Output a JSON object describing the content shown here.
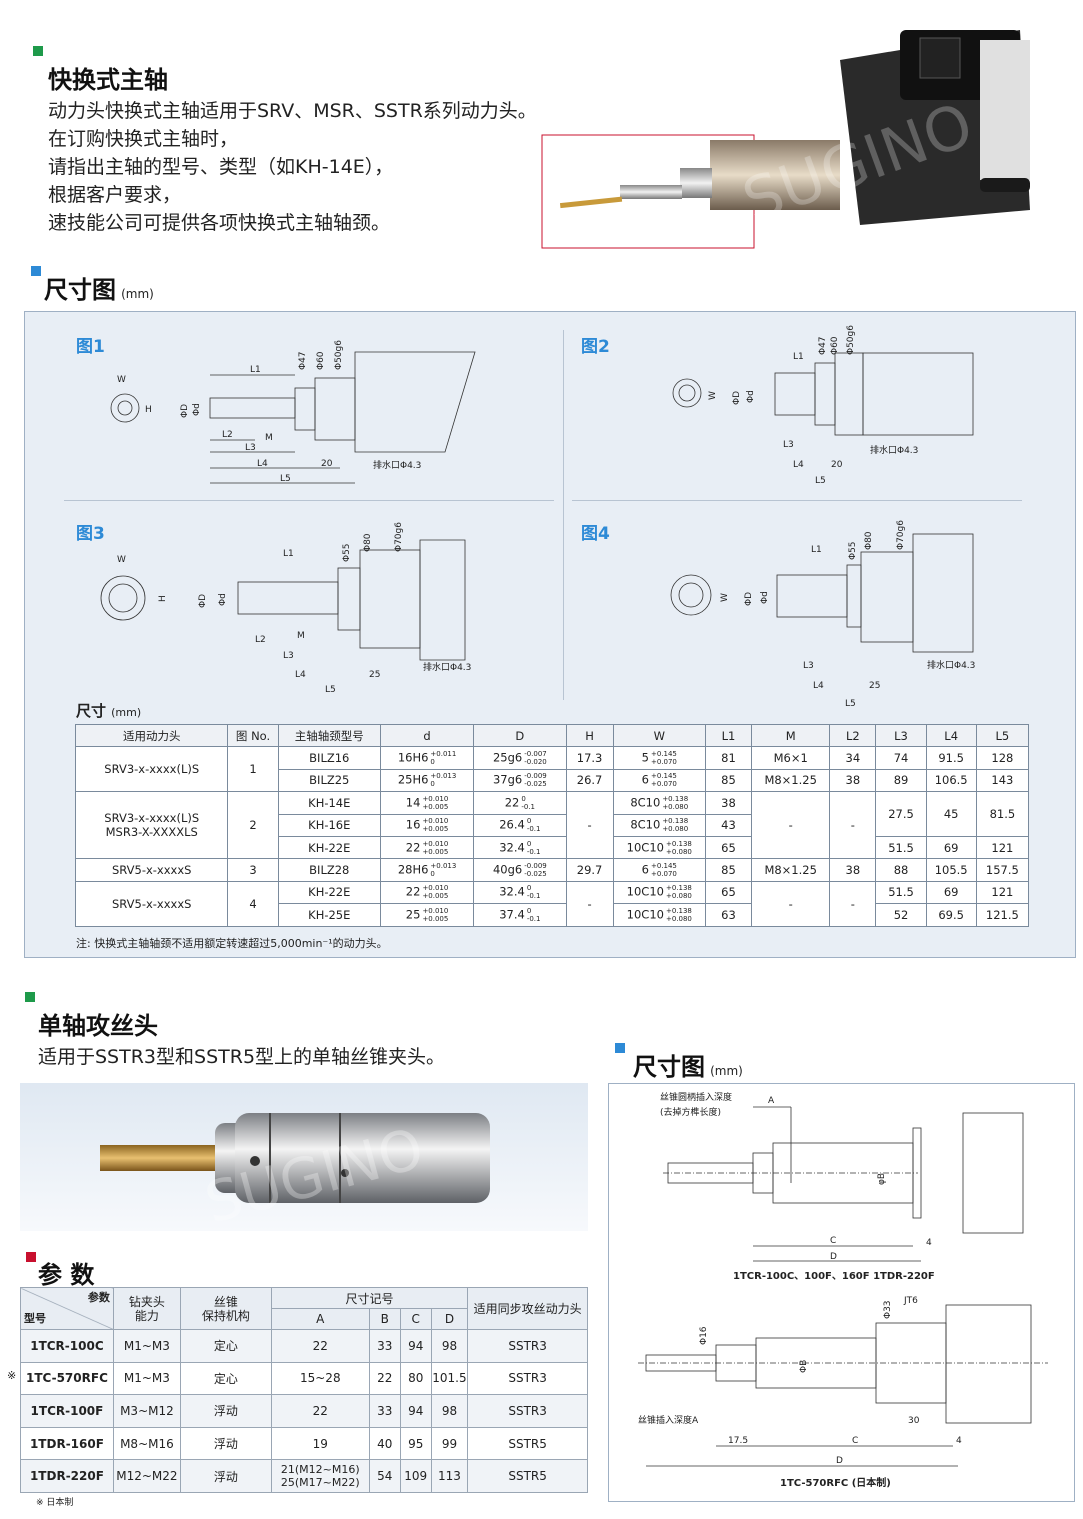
{
  "colors": {
    "green": "#1e9a4a",
    "blue": "#2d8ad6",
    "red": "#c8102e"
  },
  "sec1": {
    "title": "快换式主轴",
    "lines": [
      "动力头快换式主轴适用于SRV、MSR、SSTR系列动力头。",
      "在订购快换式主轴时，",
      "请指出主轴的型号、类型（如KH-14E），",
      "根据客户要求，",
      "速技能公司可提供各项快换式主轴轴颈。"
    ],
    "watermark": "SUGINO"
  },
  "dim_title": "尺寸图",
  "dim_unit": "(mm)",
  "figs": {
    "f1": "图1",
    "f2": "图2",
    "f3": "图3",
    "f4": "图4",
    "L1": "L1",
    "L2": "L2",
    "L3": "L3",
    "L4": "L4",
    "L5": "L5",
    "W": "W",
    "H": "H",
    "M": "M",
    "phiD": "ΦD",
    "phid": "Φd",
    "n20": "20",
    "n25": "25",
    "p47": "Φ47",
    "p60": "Φ60",
    "p50g6": "Φ50g6",
    "p55": "Φ55",
    "p80": "Φ80",
    "p70g6": "Φ70g6",
    "drain": "排水口Φ4.3"
  },
  "size_label": "尺寸",
  "size_unit": "(mm)",
  "table": {
    "headers": [
      "适用动力头",
      "图 No.",
      "主轴轴颈型号",
      "d",
      "D",
      "H",
      "W",
      "L1",
      "M",
      "L2",
      "L3",
      "L4",
      "L5"
    ],
    "groups": [
      "SRV3-x-xxxx(L)S",
      "SRV3-x-xxxx(L)S",
      "MSR3-X-XXXXLS",
      "SRV5-x-xxxxS",
      "SRV5-x-xxxxS"
    ],
    "fig": [
      "1",
      "2",
      "3",
      "4"
    ],
    "rows": [
      {
        "model": "BILZ16",
        "d": "16H6",
        "dt": "+0.011",
        "db": "0",
        "D": "25g6",
        "Dt": "-0.007",
        "Db": "-0.020",
        "H": "17.3",
        "W": "5",
        "Wt": "+0.145",
        "Wb": "+0.070",
        "L1": "81",
        "M": "M6×1",
        "L2": "34",
        "L3": "74",
        "L4": "91.5",
        "L5": "128"
      },
      {
        "model": "BILZ25",
        "d": "25H6",
        "dt": "+0.013",
        "db": "0",
        "D": "37g6",
        "Dt": "-0.009",
        "Db": "-0.025",
        "H": "26.7",
        "W": "6",
        "Wt": "+0.145",
        "Wb": "+0.070",
        "L1": "85",
        "M": "M8×1.25",
        "L2": "38",
        "L3": "89",
        "L4": "106.5",
        "L5": "143"
      },
      {
        "model": "KH-14E",
        "d": "14",
        "dt": "+0.010",
        "db": "+0.005",
        "D": "22",
        "Dt": "0",
        "Db": "-0.1",
        "W": "8C10",
        "Wt": "+0.138",
        "Wb": "+0.080",
        "L1": "38"
      },
      {
        "model": "KH-16E",
        "d": "16",
        "dt": "+0.010",
        "db": "+0.005",
        "D": "26.4",
        "Dt": "0",
        "Db": "-0.1",
        "W": "8C10",
        "Wt": "+0.138",
        "Wb": "+0.080",
        "L1": "43"
      },
      {
        "model": "KH-22E",
        "d": "22",
        "dt": "+0.010",
        "db": "+0.005",
        "D": "32.4",
        "Dt": "0",
        "Db": "-0.1",
        "W": "10C10",
        "Wt": "+0.138",
        "Wb": "+0.080",
        "L1": "65",
        "L3": "51.5",
        "L4": "69",
        "L5": "121"
      },
      {
        "model": "BILZ28",
        "d": "28H6",
        "dt": "+0.013",
        "db": "0",
        "D": "40g6",
        "Dt": "-0.009",
        "Db": "-0.025",
        "H": "29.7",
        "W": "6",
        "Wt": "+0.145",
        "Wb": "+0.070",
        "L1": "85",
        "M": "M8×1.25",
        "L2": "38",
        "L3": "88",
        "L4": "105.5",
        "L5": "157.5"
      },
      {
        "model": "KH-22E",
        "d": "22",
        "dt": "+0.010",
        "db": "+0.005",
        "D": "32.4",
        "Dt": "0",
        "Db": "-0.1",
        "W": "10C10",
        "Wt": "+0.138",
        "Wb": "+0.080",
        "L1": "65",
        "L3": "51.5",
        "L4": "69",
        "L5": "121"
      },
      {
        "model": "KH-25E",
        "d": "25",
        "dt": "+0.010",
        "db": "+0.005",
        "D": "37.4",
        "Dt": "0",
        "Db": "-0.1",
        "W": "10C10",
        "Wt": "+0.138",
        "Wb": "+0.080",
        "L1": "63",
        "L3": "52",
        "L4": "69.5",
        "L5": "121.5"
      }
    ],
    "merged": {
      "L3": "27.5",
      "L4": "45",
      "L5": "81.5",
      "dash": "-"
    },
    "note": "注: 快换式主轴轴颈不适用额定转速超过5,000min⁻¹的动力头。"
  },
  "sec2": {
    "title": "单轴攻丝头",
    "desc": "适用于SSTR3型和SSTR5型上的单轴丝锥夹头。"
  },
  "params": {
    "title": "参 数",
    "h_param": "参数",
    "h_model": "型号",
    "h_drill": "钻夹头\n能力",
    "h_tap": "丝锥\n保持机构",
    "h_dims": "尺寸记号",
    "h_A": "A",
    "h_B": "B",
    "h_C": "C",
    "h_D": "D",
    "h_unit": "适用同步攻丝动力头",
    "rows": [
      {
        "model": "1TCR-100C",
        "cap": "M1~M3",
        "mech": "定心",
        "A": "22",
        "B": "33",
        "C": "94",
        "D": "98",
        "unit": "SSTR3",
        "mark": ""
      },
      {
        "model": "1TC-570RFC",
        "cap": "M1~M3",
        "mech": "定心",
        "A": "15~28",
        "B": "22",
        "C": "80",
        "D": "101.5",
        "unit": "SSTR3",
        "mark": "※"
      },
      {
        "model": "1TCR-100F",
        "cap": "M3~M12",
        "mech": "浮动",
        "A": "22",
        "B": "33",
        "C": "94",
        "D": "98",
        "unit": "SSTR3",
        "mark": ""
      },
      {
        "model": "1TDR-160F",
        "cap": "M8~M16",
        "mech": "浮动",
        "A": "19",
        "B": "40",
        "C": "95",
        "D": "99",
        "unit": "SSTR5",
        "mark": ""
      },
      {
        "model": "1TDR-220F",
        "cap": "M12~M22",
        "mech": "浮动",
        "A": "21(M12~M16)\n25(M17~M22)",
        "B": "54",
        "C": "109",
        "D": "113",
        "unit": "SSTR5",
        "mark": ""
      }
    ],
    "note": "※ 日本制"
  },
  "tapdim": {
    "title": "尺寸图",
    "unit": "(mm)",
    "depth1": "丝锥圆柄插入深度",
    "depth1b": "(去掉方榫长度)",
    "A": "A",
    "phiB": "φB",
    "C": "C",
    "D": "D",
    "n4": "4",
    "cap1": "1TCR-100C、100F、160F 1TDR-220F",
    "phi16": "Φ16",
    "phi33": "Φ33",
    "phiB2": "ΦB",
    "jt6": "JT6",
    "n30": "30",
    "n175": "17.5",
    "depth2": "丝锥插入深度A",
    "cap2": "1TC-570RFC (日本制)"
  }
}
